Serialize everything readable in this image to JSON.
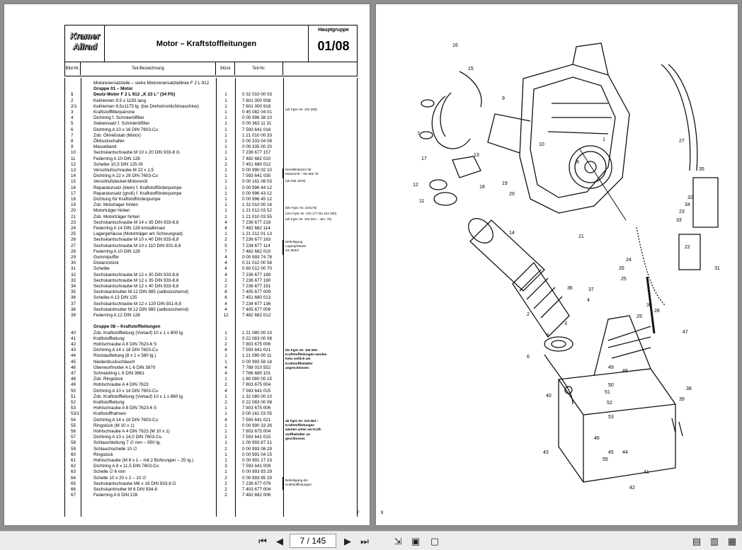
{
  "header": {
    "logo_line1": "Kramer",
    "logo_line2": "Allrad",
    "title": "Motor – Kraftstoffleitungen",
    "hauptgruppe_label": "Hauptgruppe",
    "hauptgruppe_value": "01/08"
  },
  "columns": {
    "bild_nr": "Bild-Nr.",
    "teil_bezeichnung": "Teil-Bezeichnung",
    "stueck": "Stück",
    "teil_nr": "Teil-Nr."
  },
  "rows": [
    {
      "pos": "",
      "desc": "Motorenersatzteile – siehe Motorenersatzteilliste F 2 L 912",
      "qty": "",
      "part": "",
      "bold": false
    },
    {
      "pos": "",
      "desc": "Gruppe 01 – Motor",
      "qty": "",
      "part": "",
      "bold": true
    },
    {
      "pos": "1",
      "desc": "Deutz-Motor F 2 L 912 „K 23 L“ (34 PS)",
      "qty": "1",
      "part": "0 32 010 00 03",
      "bold": true
    },
    {
      "pos": "2",
      "desc": "Keilriemen 9,5 x 1150 lang",
      "qty": "1",
      "part": "7 601 000 008",
      "bold": false
    },
    {
      "pos": "2/1",
      "desc": "Keilriemen 9,5x1175 lg. (bei Drehstromlichtmaschine)",
      "qty": "1",
      "part": "7 601 000 918",
      "bold": false
    },
    {
      "pos": "3",
      "desc": "Kraftstofffilterpatrone",
      "qty": "1",
      "part": "0 45 082 04 01",
      "bold": false
    },
    {
      "pos": "4",
      "desc": "Dichtring f. Schmierölfilter",
      "qty": "1",
      "part": "0 00 996 38 10",
      "bold": false
    },
    {
      "pos": "5",
      "desc": "Siebeinsatz f. Schmierölfilter",
      "qty": "1",
      "part": "0 00 363 11 31",
      "bold": false
    },
    {
      "pos": "6",
      "desc": "Dichtring A 10 x 16 DIN 7603-Cu",
      "qty": "1",
      "part": "7 593 641 016",
      "bold": false
    },
    {
      "pos": "7",
      "desc": "Zsb. Ölmeßstab (Motor)",
      "qty": "1",
      "part": "1 21 010 00 33",
      "bold": false
    },
    {
      "pos": "8",
      "desc": "Öldruckschalter",
      "qty": "1",
      "part": "0 00 333 04 08",
      "bold": false
    },
    {
      "pos": "9",
      "desc": "Masseband",
      "qty": "1",
      "part": "0 00 335 00 20",
      "bold": false
    },
    {
      "pos": "10",
      "desc": "Sechskantschraube M 10 x 20 DIN 933-8 G",
      "qty": "1",
      "part": "7 236 677 157",
      "bold": false
    },
    {
      "pos": "11",
      "desc": "Federring A 10 DIN 128",
      "qty": "1",
      "part": "7 482 682 010",
      "bold": false
    },
    {
      "pos": "12",
      "desc": "Scheibe 10,5 DIN 125-St",
      "qty": "2",
      "part": "7 451 680 012",
      "bold": false
    },
    {
      "pos": "13",
      "desc": "Verschlußschraube M 22 x 1,5",
      "qty": "1",
      "part": "0 00 990 02 10",
      "bold": false
    },
    {
      "pos": "14",
      "desc": "Dichtring A 22 x 29 DIN 7603-Cu",
      "qty": "1",
      "part": "7 593 641 035",
      "bold": false
    },
    {
      "pos": "15",
      "desc": "Verschlußdeckel-Motorenöl",
      "qty": "1",
      "part": "0 00 161 08 03",
      "bold": false
    },
    {
      "pos": "16",
      "desc": "Reparatursatz (klein) f. Kraftstofförderpumpe",
      "qty": "1",
      "part": "0 00 996 44 12",
      "bold": false
    },
    {
      "pos": "17",
      "desc": "Reparatursatz (groß) f. Kraftstofförderpumpe",
      "qty": "1",
      "part": "0 00 996 43 12",
      "bold": false
    },
    {
      "pos": "18",
      "desc": "Dichtung für Kraftstofförderpumpe",
      "qty": "1",
      "part": "0 00 996 45 12",
      "bold": false
    },
    {
      "pos": "19",
      "desc": "Zsb. Motorlager hinten",
      "qty": "1",
      "part": "1 32 010 00 16",
      "bold": false
    },
    {
      "pos": "20",
      "desc": "Motorträger hinten",
      "qty": "1",
      "part": "1 21 012 03 52",
      "bold": false
    },
    {
      "pos": "21",
      "desc": "Zsb. Motorträger hinten",
      "qty": "1",
      "part": "1 21 010 03 55",
      "bold": false
    },
    {
      "pos": "23",
      "desc": "Sechskantschraube M 14 x 35 DIN 933-8,8",
      "qty": "4",
      "part": "7 236 677 218",
      "bold": false
    },
    {
      "pos": "24",
      "desc": "Federring A 14 DIN 128 kristallinraut",
      "qty": "4",
      "part": "7 482 682 114",
      "bold": false
    },
    {
      "pos": "25",
      "desc": "Lagergehäuse (Motorträger am Schwungrad)",
      "qty": "1",
      "part": "1 21 212 01 13",
      "bold": false
    },
    {
      "pos": "26",
      "desc": "Sechskantschraube M 10 x 40 DIN 933-8,8",
      "qty": "2",
      "part": "7 236 677 163",
      "bold": false
    },
    {
      "pos": "27",
      "desc": "Sechskantschraube M 10 x 110 DIN 931-8,8",
      "qty": "5",
      "part": "7 234 677 114",
      "bold": false
    },
    {
      "pos": "28",
      "desc": "Federring A 10 DIN 128",
      "qty": "7",
      "part": "7 482 682 010",
      "bold": false
    },
    {
      "pos": "29",
      "desc": "Gummipuffer",
      "qty": "4",
      "part": "0 00 993 74 78",
      "bold": false
    },
    {
      "pos": "30",
      "desc": "Distanzstück",
      "qty": "4",
      "part": "0 21 012 00 58",
      "bold": false
    },
    {
      "pos": "31",
      "desc": "Scheibe",
      "qty": "4",
      "part": "0 60 012 00 70",
      "bold": false
    },
    {
      "pos": "32",
      "desc": "Sechskantschraube M 12 x 30 DIN 933-8,8",
      "qty": "4",
      "part": "7 236 677 189",
      "bold": false
    },
    {
      "pos": "33",
      "desc": "Sechskantschraube M 12 x 35 DIN 933-8,8",
      "qty": "2",
      "part": "7 236 677 190",
      "bold": false
    },
    {
      "pos": "34",
      "desc": "Sechskantschraube M 12 x 40 DIN 933-8,8",
      "qty": "2",
      "part": "7 236 677 191",
      "bold": false
    },
    {
      "pos": "35",
      "desc": "Sechskantmutter M 12 DIN 985 (selbstsichernd)",
      "qty": "8",
      "part": "7 405 677 009",
      "bold": false
    },
    {
      "pos": "36",
      "desc": "Scheibe A 13 DIN 125",
      "qty": "6",
      "part": "7 451 680 013",
      "bold": false
    },
    {
      "pos": "37",
      "desc": "Sechskantschraube M 12 x 120 DIN 931-8,8",
      "qty": "4",
      "part": "7 234 677 136",
      "bold": false
    },
    {
      "pos": "38",
      "desc": "Sechskantmutter M 12 DIN 985 (selbstsichernd)",
      "qty": "4",
      "part": "7 405 677 009",
      "bold": false
    },
    {
      "pos": "39",
      "desc": "Federring A 12 DIN 128",
      "qty": "12",
      "part": "7 482 682 012",
      "bold": false
    },
    {
      "pos": "",
      "desc": "",
      "qty": "",
      "part": "",
      "bold": false
    },
    {
      "pos": "",
      "desc": "Gruppe 08 – Kraftstoffleitungen",
      "qty": "",
      "part": "",
      "bold": true
    },
    {
      "pos": "40",
      "desc": "Zsb. Kraftstoffleitung (Vorlauf) 10 x 1 x 800 lg.",
      "qty": "1",
      "part": "1 21 080 00 10",
      "bold": false
    },
    {
      "pos": "41",
      "desc": "Kraftstoffleitung",
      "qty": "1",
      "part": "0 22 083 00 08",
      "bold": false
    },
    {
      "pos": "42",
      "desc": "Hohlschraube A 8 DIN 7623-6 S",
      "qty": "2",
      "part": "7 803 675 006",
      "bold": false
    },
    {
      "pos": "43",
      "desc": "Dichtring A 14 x 18 DIN 7603-Cu",
      "qty": "4",
      "part": "7 593 641 021",
      "bold": false
    },
    {
      "pos": "44",
      "desc": "Rücklaufleitung (8 x 1 x 580 lg.)",
      "qty": "1",
      "part": "1 21 080 00 11",
      "bold": false
    },
    {
      "pos": "45",
      "desc": "Niederdruckschlauch",
      "qty": "1",
      "part": "0 00 993 58 18",
      "bold": false
    },
    {
      "pos": "46",
      "desc": "Überwurfmutter A L 6 DIN 3870",
      "qty": "4",
      "part": "7 788 010 552",
      "bold": false
    },
    {
      "pos": "47",
      "desc": "Schneidring L 6 DIN 3861",
      "qty": "4",
      "part": "7 786 680 101",
      "bold": false
    },
    {
      "pos": "48",
      "desc": "Zsb. Ringstück",
      "qty": "1",
      "part": "1 80 080 00 15",
      "bold": false
    },
    {
      "pos": "49",
      "desc": "Hohlschraube A 4 DIN 7623",
      "qty": "2",
      "part": "7 803 675 004",
      "bold": false
    },
    {
      "pos": "50",
      "desc": "Dichtring A 10 x 14 DIN 7603-Cu",
      "qty": "4",
      "part": "7 593 641 015",
      "bold": false
    },
    {
      "pos": "51",
      "desc": "Zsb. Kraftstoffleitung (Vorlauf) 10 x 1 x 860 lg.",
      "qty": "1",
      "part": "1 32 080 00 10",
      "bold": false
    },
    {
      "pos": "52",
      "desc": "Kraftstoffleitung",
      "qty": "2",
      "part": "0 22 083 00 08",
      "bold": false
    },
    {
      "pos": "53",
      "desc": "Hohlschraube A 8 DIN 7623-6 S",
      "qty": "1",
      "part": "7 803 675 006",
      "bold": false
    },
    {
      "pos": "53/1",
      "desc": "Kraftstoffhahnen",
      "qty": "1",
      "part": "0 00 161 03 05",
      "bold": false
    },
    {
      "pos": "54",
      "desc": "Dichtring A 14 x 18 DIN 7603-Cu",
      "qty": "4",
      "part": "7 593 641 021",
      "bold": false
    },
    {
      "pos": "55",
      "desc": "Ringstück (M 10 x 1)",
      "qty": "1",
      "part": "0 00 990 33 26",
      "bold": false
    },
    {
      "pos": "56",
      "desc": "Hohlschraube A 4 DIN 7623 (M 10 x 1)",
      "qty": "1",
      "part": "7 803 675 004",
      "bold": false
    },
    {
      "pos": "57",
      "desc": "Dichtring A 10 x 14,0 DIN 7603-Cu",
      "qty": "2",
      "part": "7 593 641 015",
      "bold": false
    },
    {
      "pos": "58",
      "desc": "Schlauchleitung 7 ∅ mm – 950 lg.",
      "qty": "1",
      "part": "1 00 993 87 21",
      "bold": false
    },
    {
      "pos": "59",
      "desc": "Schlauchschelle 10 ∅",
      "qty": "2",
      "part": "0 00 993 08 29",
      "bold": false
    },
    {
      "pos": "60",
      "desc": "Ringstück",
      "qty": "1",
      "part": "0 00 991 04 15",
      "bold": false
    },
    {
      "pos": "61",
      "desc": "Hohlschraube (M 8 x 1 – mit 2 Bohrungen – 25 lg.)",
      "qty": "1",
      "part": "0 00 991 17 23",
      "bold": false
    },
    {
      "pos": "62",
      "desc": "Dichtring A 8 x 11,5 DIN 7603-Cu",
      "qty": "3",
      "part": "7 593 641 009",
      "bold": false
    },
    {
      "pos": "63",
      "desc": "Schelle ∅ 6 mm",
      "qty": "1",
      "part": "0 00 993 93 29",
      "bold": false
    },
    {
      "pos": "64",
      "desc": "Schelle 10 x 20 x 2 – 10 ∅",
      "qty": "2",
      "part": "0 00 993 85 29",
      "bold": false
    },
    {
      "pos": "65",
      "desc": "Sechskantschraube M6 x 16 DIN 933-8 G",
      "qty": "2",
      "part": "7 236 677 079",
      "bold": false
    },
    {
      "pos": "66",
      "desc": "Sechskantmutter M 6 DIN 934-8",
      "qty": "2",
      "part": "7 403 677 004",
      "bold": false
    },
    {
      "pos": "67",
      "desc": "Federring A 6 DIN 128",
      "qty": "2",
      "part": "7 482 682 006",
      "bold": false
    }
  ],
  "notes": {
    "n1": "(ab Fgst.-Nr. 104 286)",
    "n2a": "Dienfüllstutzen für",
    "n2b": "Motorenöl – bis Mai 79",
    "n3": "(ab Mai 1979)",
    "n4": "(bis Fgst.-Nr. 104176)",
    "n5": "(von Fgst.-Nr. 104 177 bis 104 260)",
    "n6": "(ab Fgst.-Nr. 104 261 – Jan. 79)",
    "n7a": "Befestigung",
    "n7b": "Lagergehäuse",
    "n7c": "am Motor",
    "n8a": "bis Fgst.-Nr. 104 063–",
    "n8b": "Kraftstoffleitungen werden",
    "n8c": "links seitlich am",
    "n8d": "Kraftstoffbehälter",
    "n8e": "angeschlossen",
    "n9a": "ab Fgst.-Nr. 104 064 –",
    "n9b": "Kraftstoffleitungen",
    "n9c": "werden unten am Kraft-",
    "n9d": "stoffbehälter an-",
    "n9e": "geschlossen",
    "n10a": "Befestigung der",
    "n10b": "Kraftstoffleitungen"
  },
  "page_numbers": {
    "left": "7",
    "right": "8"
  },
  "callouts": [
    "1",
    "2",
    "3",
    "4",
    "5",
    "6",
    "7",
    "8",
    "9",
    "10",
    "11",
    "12",
    "13",
    "14",
    "15",
    "16",
    "17",
    "18",
    "19",
    "20",
    "21",
    "22",
    "23",
    "24",
    "25",
    "26",
    "27",
    "28",
    "29",
    "30",
    "31",
    "32",
    "33",
    "34",
    "35",
    "36",
    "37",
    "38",
    "39",
    "40",
    "41",
    "42",
    "43",
    "44",
    "45",
    "46",
    "47",
    "48",
    "49",
    "50",
    "51",
    "52",
    "53",
    "55"
  ],
  "toolbar": {
    "page_indicator": "7 / 145"
  }
}
